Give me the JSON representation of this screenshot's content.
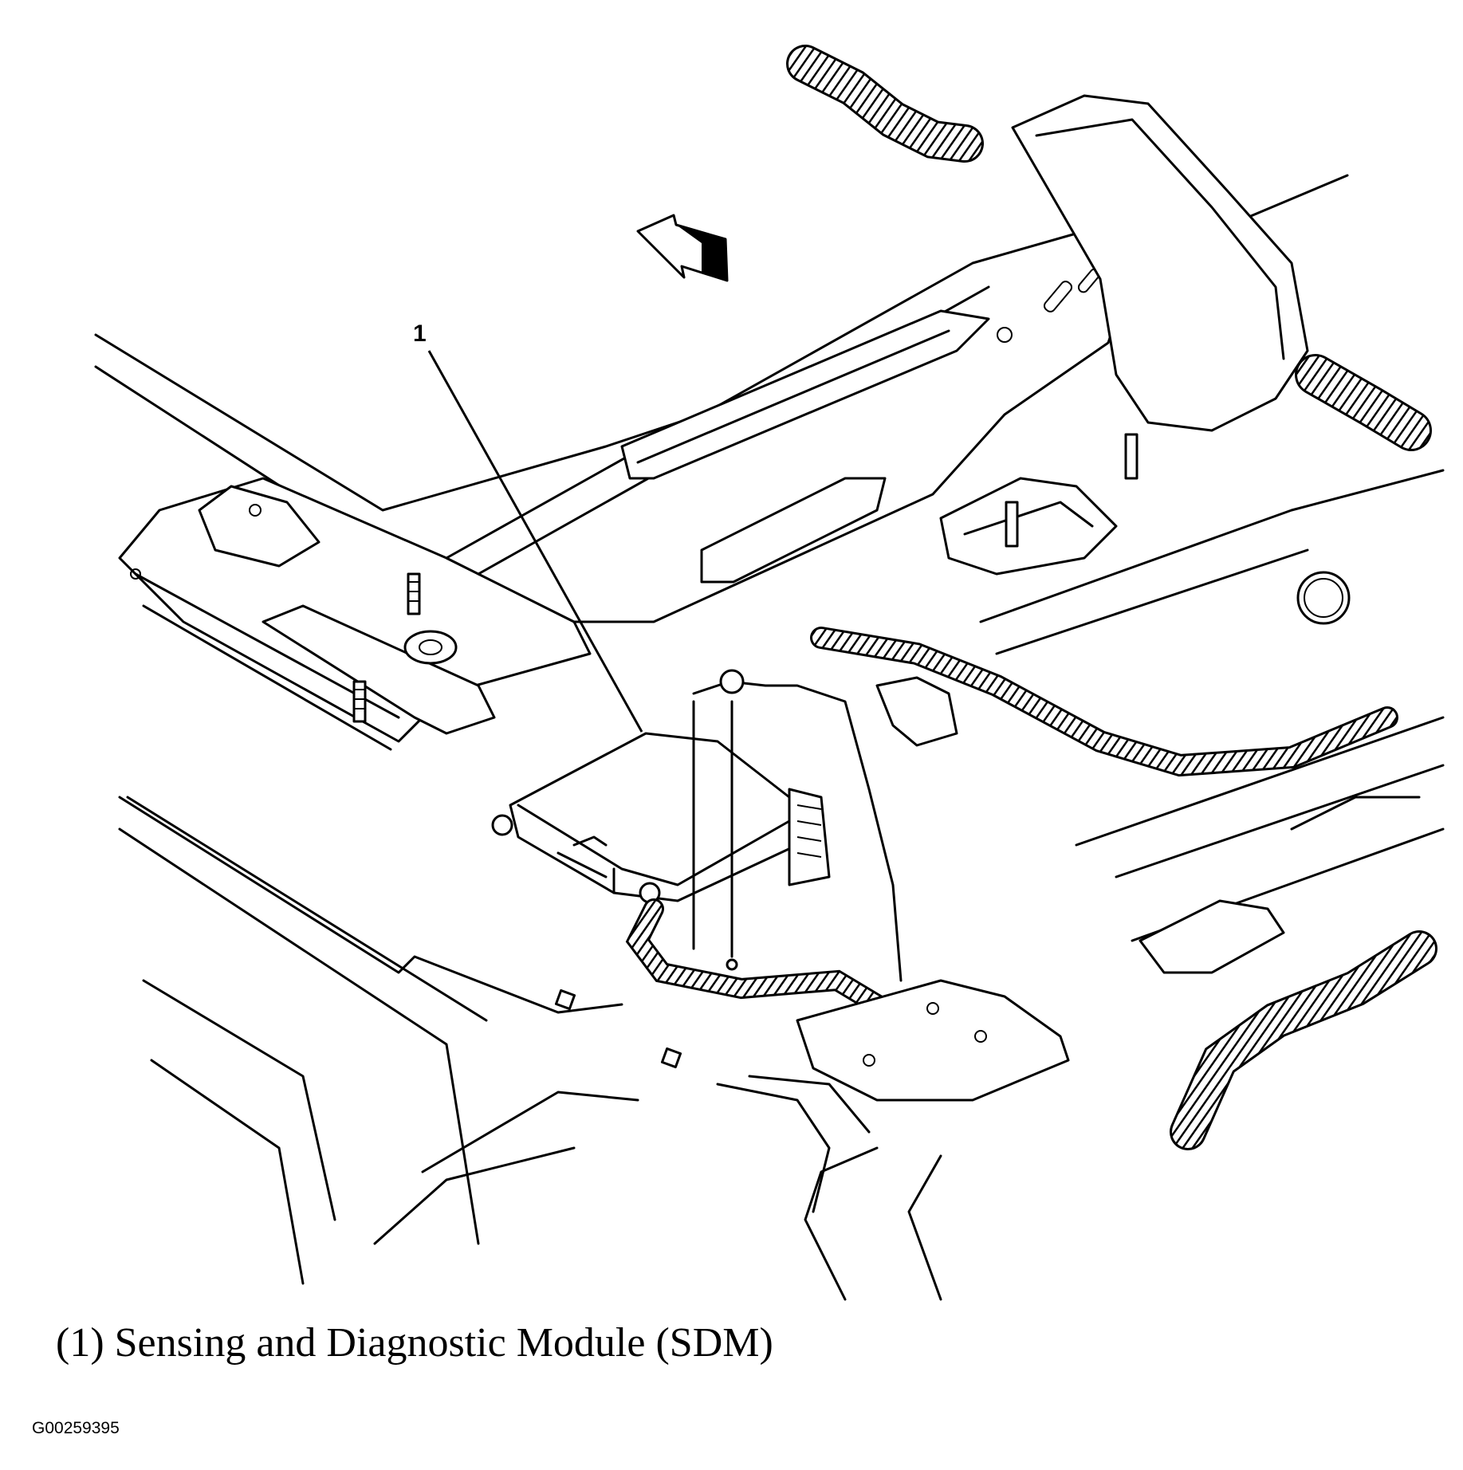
{
  "callout": {
    "number": "1",
    "component": "Sensing and Diagnostic Module (SDM)"
  },
  "caption": "(1) Sensing and Diagnostic Module (SDM)",
  "figure_id": "G00259395"
}
